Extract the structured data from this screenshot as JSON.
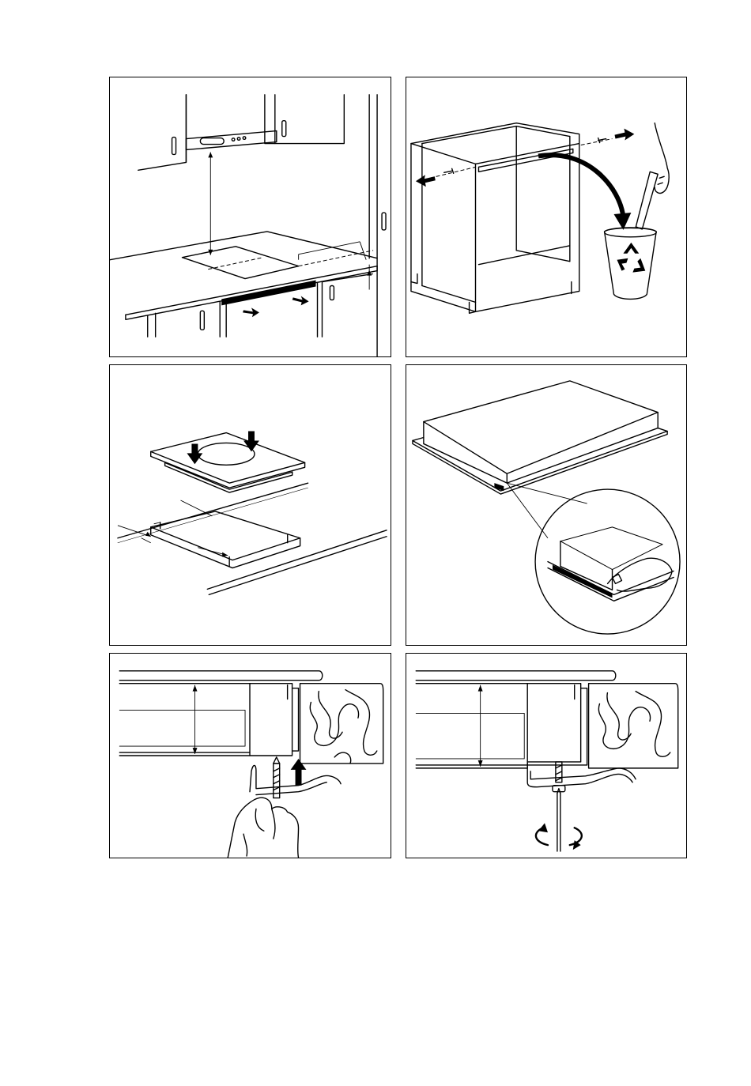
{
  "figure": {
    "panels": [
      {
        "id": "p1",
        "subject": "kitchen-installation-overview"
      },
      {
        "id": "p2",
        "subject": "cabinet-crossbar-removal"
      },
      {
        "id": "p3",
        "subject": "hob-into-worktop-cutout"
      },
      {
        "id": "p4",
        "subject": "hob-seal-detail"
      },
      {
        "id": "p5",
        "subject": "bracket-screw-insertion"
      },
      {
        "id": "p6",
        "subject": "bracket-screw-tightening"
      }
    ],
    "colors": {
      "line": "#000000",
      "background": "#ffffff"
    },
    "icons": [
      "arrow-icon",
      "recycle-icon",
      "rotation-arrow-icon",
      "hand-icon",
      "screwdriver-icon",
      "wood-grain-icon"
    ]
  }
}
